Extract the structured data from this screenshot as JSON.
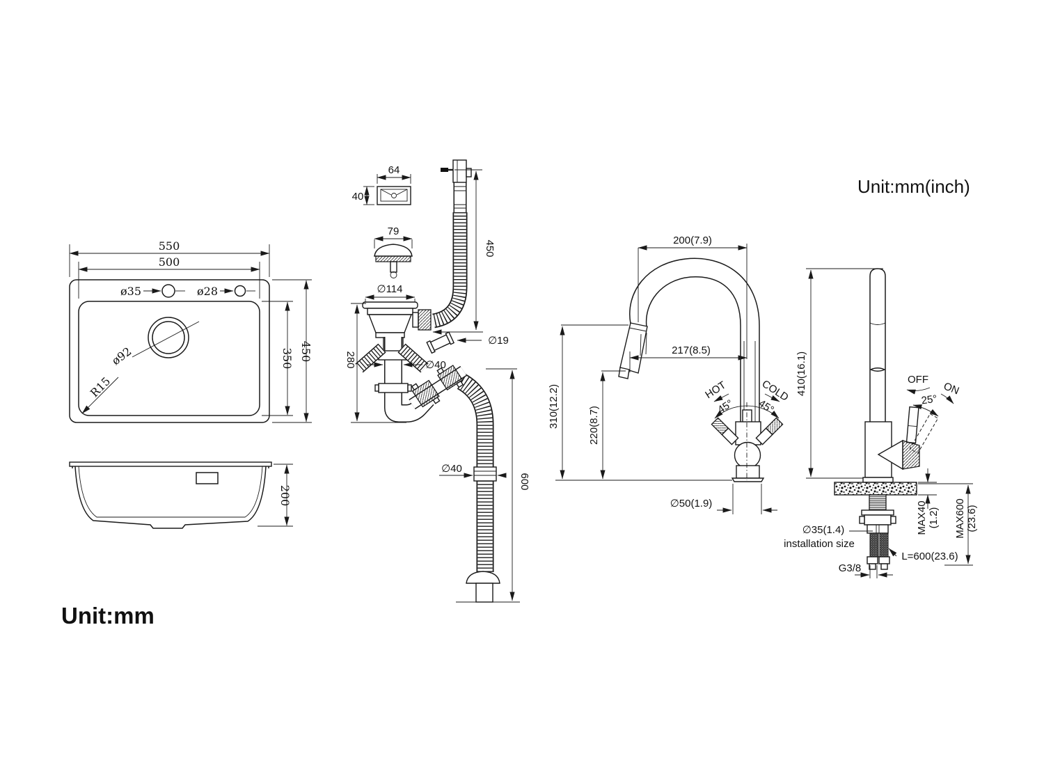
{
  "page": {
    "unit_left": "Unit:mm",
    "unit_right": "Unit:mm(inch)"
  },
  "sink_top": {
    "width_outer": "550",
    "width_inner": "500",
    "faucet_hole": "ø35",
    "soap_hole": "ø28",
    "drain_hole": "ø92",
    "corner_radius": "R15",
    "depth_inner": "350",
    "depth_outer": "450"
  },
  "sink_side": {
    "bowl_height": "200"
  },
  "drain_assembly": {
    "overflow_width": "64",
    "overflow_height": "40",
    "strainer_width": "79",
    "flange_diameter": "∅114",
    "overflow_hose_length": "450",
    "overflow_pipe_diameter": "∅19",
    "tailpipe_diameter": "∅40",
    "trap_height": "280",
    "waste_hose_diameter": "∅40",
    "waste_hose_length": "600"
  },
  "faucet_front": {
    "spout_reach": "200(7.9)",
    "spray_reach": "217(8.5)",
    "spout_height": "310(12.2)",
    "clearance_height": "220(8.7)",
    "hot_label": "HOT",
    "cold_label": "COLD",
    "hot_angle": "45°",
    "cold_angle": "45°",
    "base_diameter": "∅50(1.9)"
  },
  "faucet_side": {
    "total_height": "410(16.1)",
    "off_label": "OFF",
    "on_label": "ON",
    "handle_angle": "25°",
    "counter_thickness_max": "MAX40",
    "counter_thickness_max_inch": "(1.2)",
    "below_counter_max": "MAX600",
    "below_counter_max_inch": "(23.6)",
    "hole_diameter": "∅35(1.4)",
    "hole_note": "installation size",
    "supply_hose_length": "L=600(23.6)",
    "thread_size": "G3/8"
  }
}
